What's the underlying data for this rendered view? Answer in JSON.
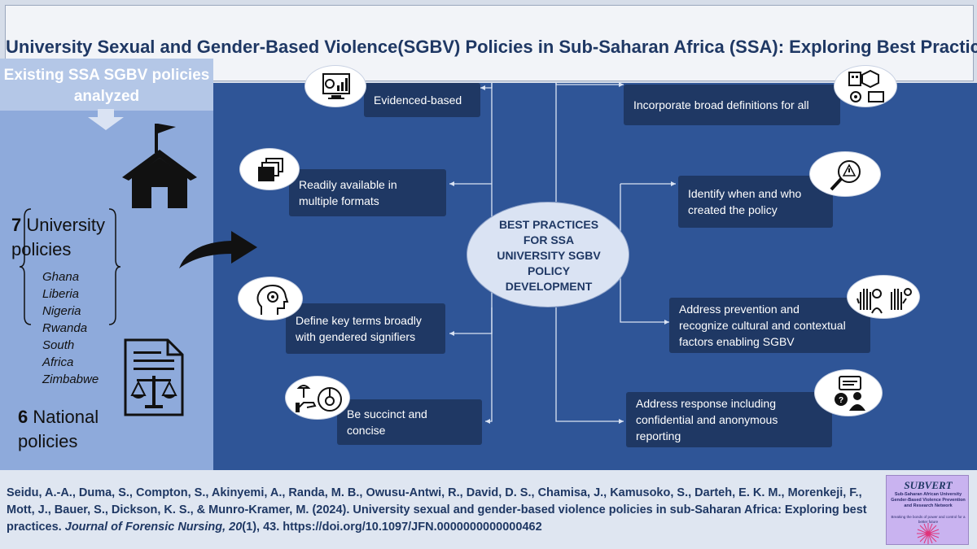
{
  "title": "University Sexual and Gender-Based Violence(SGBV) Policies in Sub-Saharan Africa (SSA): Exploring Best Practices",
  "left_panel": {
    "header_line1": "Existing SSA SGBV policies",
    "header_line2": "analyzed",
    "university_number": "7",
    "university_line1": "University",
    "university_line2": "policies",
    "countries": [
      "Ghana",
      "Liberia",
      "Nigeria",
      "Rwanda",
      "South",
      "Africa",
      "Zimbabwe"
    ],
    "national_number": "6",
    "national_line1": "National",
    "national_line2": "policies"
  },
  "center": {
    "line1": "BEST PRACTICES",
    "line2": "FOR SSA",
    "line3": "UNIVERSITY SGBV",
    "line4": "POLICY",
    "line5": "DEVELOPMENT"
  },
  "practices": {
    "evidenced": "Evidenced-based",
    "readily_line1": "Readily available in",
    "readily_line2": "multiple formats",
    "define_line1": "Define key terms broadly",
    "define_line2": "with gendered signifiers",
    "succinct_line1": "Be succinct and",
    "succinct_line2": "concise",
    "broad_definitions": "Incorporate broad definitions for all",
    "identify_line1": "Identify when and who",
    "identify_line2": "created the policy",
    "prevention_line1": "Address prevention and",
    "prevention_line2": "recognize cultural and contextual",
    "prevention_line3": "factors enabling SGBV",
    "response_line1": "Address response including",
    "response_line2": "confidential and anonymous",
    "response_line3": "reporting"
  },
  "citation": {
    "authors": "Seidu, A.-A., Duma, S., Compton, S., Akinyemi, A., Randa, M. B., Owusu-Antwi, R., David, D. S., Chamisa, J., Kamusoko, S., Darteh, E. K. M., Morenkeji, F., Mott, J., Bauer, S., Dickson, K. S., & Munro-Kramer, M. (2024). University sexual and gender-based violence policies in sub-Saharan Africa: Exploring best practices.",
    "journal": "Journal of Forensic Nursing, 20",
    "issue_pages": "(1), 43. https://doi.org/10.1097/JFN.0000000000000462"
  },
  "logo": {
    "name": "SUBVERT",
    "subtitle": "Sub-Saharan African University Gender-Based Violence Prevention and Research Network",
    "tagline": "Breaking the bonds of power and control for a better future"
  },
  "colors": {
    "navy": "#1f3864",
    "panel_blue": "#2f5597",
    "left_blue": "#8eaadb",
    "ellipse": "#dae3f3"
  }
}
